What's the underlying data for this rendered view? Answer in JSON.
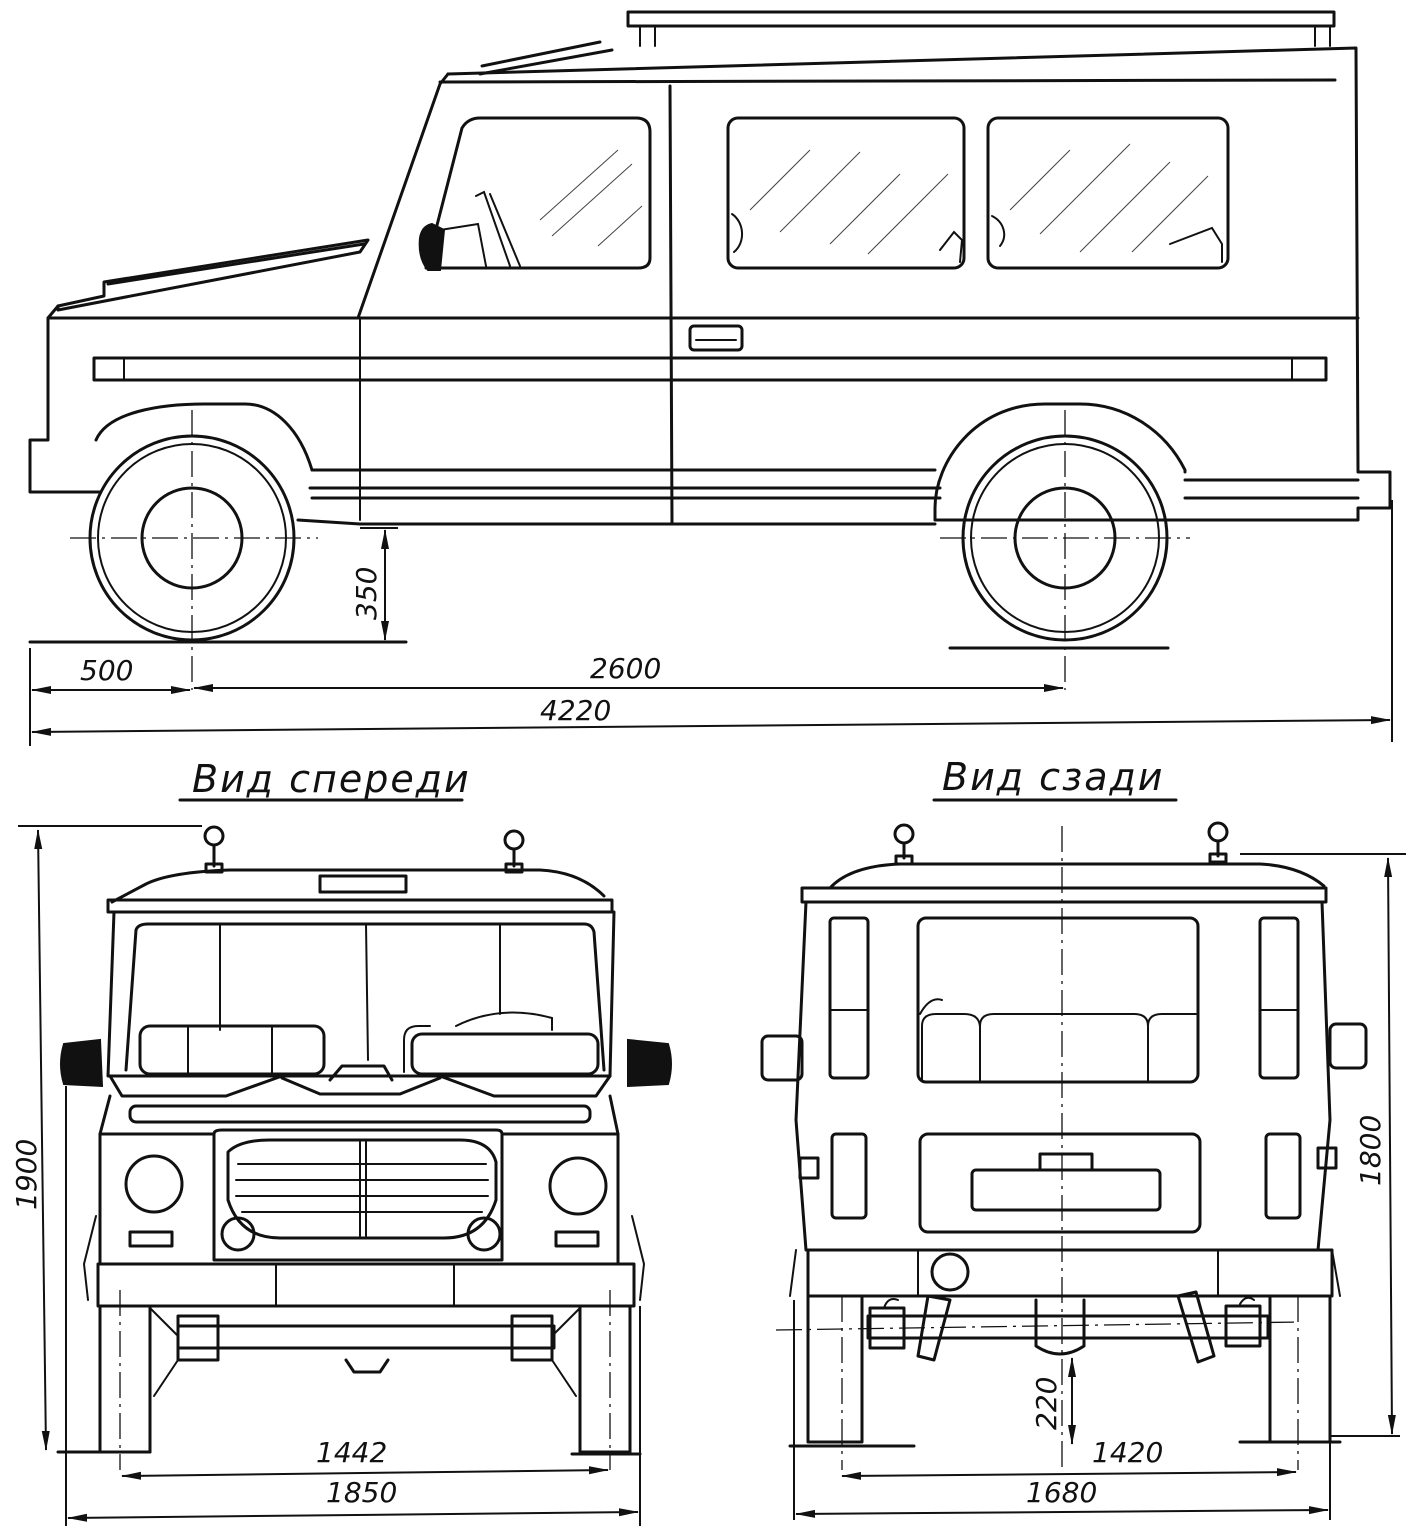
{
  "views": {
    "front_title": "Вид спереди",
    "rear_title": "Вид сзади"
  },
  "dimensions": {
    "side": {
      "front_overhang": "500",
      "wheelbase": "2600",
      "overall_length": "4220",
      "ground_clearance": "350"
    },
    "front": {
      "track": "1442",
      "overall_width": "1850",
      "overall_height": "1900"
    },
    "rear": {
      "track": "1420",
      "overall_width": "1680",
      "overall_height": "1800",
      "axle_clearance": "220"
    }
  }
}
